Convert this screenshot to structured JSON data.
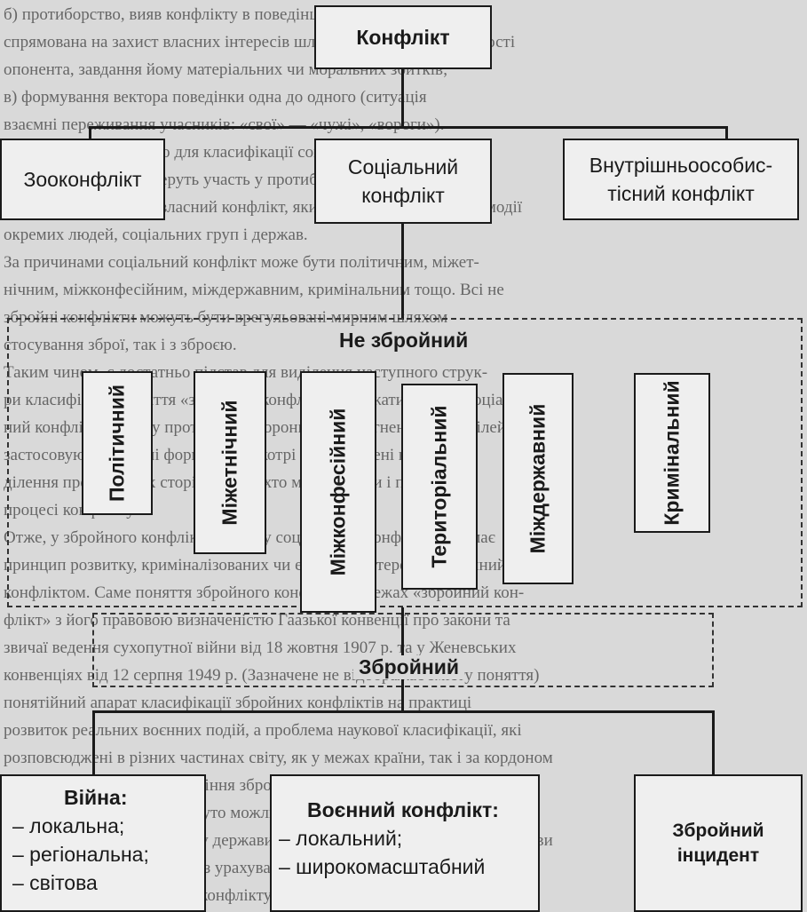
{
  "background_lines": [
    "б) протиборство, вияв конфлікту в поведінці, діяльність, що",
    "спрямована на захист власних інтересів шляхом обмеження активності",
    "опонента, завдання йому матеріальних чи моральних збитків;",
    "в) формування вектора поведінки одна до одного (ситуація",
    "взаємні переживання учасників: «свої» — «чужі», «вороги»).",
    "Поширеною підставою для класифікації соціальних конфліктів є",
    "кількість сторін, що беруть участь у протиборстві. Для кожного",
    "учасника інтерес має власний конфлікт, який відбувається при взаємодії",
    "окремих людей, соціальних груп і держав.",
    "За причинами соціальний конфлікт може бути політичним, міжет-",
    "нічним, міжконфесійним, міждержавним, кримінальним тощо. Всі не",
    "збройні конфлікти можуть бути врегульовані мирним шляхом",
    "стосування зброї, так і з зброєю.",
    "Таким чином, є достатньо підстав для виділення наступного струк-",
    "ри класифікації поняття «збройний конфлікт» і вважати його як соціаль-",
    "ний конфлікт, в якому протиборчі сторони для досягнення своїх цілей",
    "застосовують збройні формування, котрі відокремлені від",
    "ділення протиборчих сторін на тих, хто має інтереси і прагне",
    "процесі конфлікту.",
    "Отже, у збройного конфлікту як виду соціального конфлікту, що має",
    "принцип розвитку, криміналізованих чи етнічних інтересів. Збройний",
    "конфліктом. Саме поняття збройного конфлікту у межах «збройний кон-",
    "флікт» з його правовою визначеністю Гаазької конвенції про закони та",
    "звичаї ведення сухопутної війни від 18 жовтня 1907 р. та у Женевських",
    "конвенціях від 12 серпня 1949 р. (Зазначене не відображає змісту поняття)",
    "понятійний апарат класифікації збройних конфліктів на практиці",
    "розвиток реальних воєнних подій, а проблема наукової класифікації, які",
    "розповсюджені в різних частинах світу, як у межах країни, так і за кордоном",
    "має сенс для кращого розуміння збройного конфлікту, його масштабів",
    "з історією людства. Розглянуто можливості класифікації з огляду",
    "на сучасному етапі розвитку держави, міжнародного права, політичні умови",
    "процесу розвитку держави, з урахуванням інтересів держави. Обидва",
    "типи положення учасників конфлікту, які перебувають у стані війни"
  ],
  "nodes": {
    "root": "Конфлікт",
    "zoo": "Зооконфлікт",
    "social": [
      "Соціальний",
      "конфлікт"
    ],
    "intra": [
      "Внутрішньоособис-",
      "тісний конфлікт"
    ]
  },
  "groups": {
    "non_armed": "Не збройний",
    "armed": "Збройний"
  },
  "non_armed_types": [
    "Політичний",
    "Міжетнічний",
    "Міжконфесійний",
    "Територіальний",
    "Міждержавний",
    "Кримінальний"
  ],
  "armed_types": {
    "war": {
      "title": "Війна:",
      "items": [
        "– локальна;",
        "– регіональна;",
        "– світова"
      ]
    },
    "military": {
      "title": "Воєнний конфлікт:",
      "items": [
        "– локальний;",
        "– широкомасштабний"
      ]
    },
    "incident": [
      "Збройний",
      "інцидент"
    ]
  }
}
